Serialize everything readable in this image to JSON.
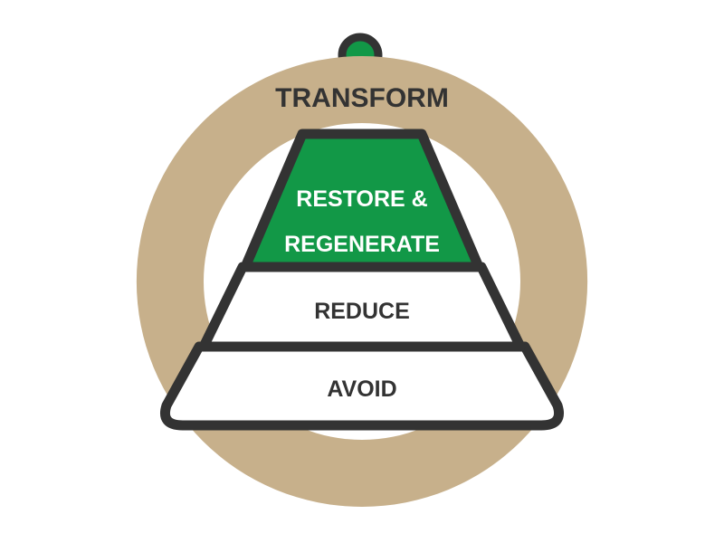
{
  "diagram": {
    "ring_label": "TRANSFORM",
    "tiers": {
      "top_line1": "RESTORE &",
      "top_line2": "REGENERATE",
      "middle": "REDUCE",
      "bottom": "AVOID"
    },
    "colors": {
      "ring": "#c7b08b",
      "outline": "#333333",
      "top_fill": "#129847",
      "tier_fill": "#ffffff",
      "top_text": "#ffffff",
      "dark_text": "#333333"
    }
  }
}
